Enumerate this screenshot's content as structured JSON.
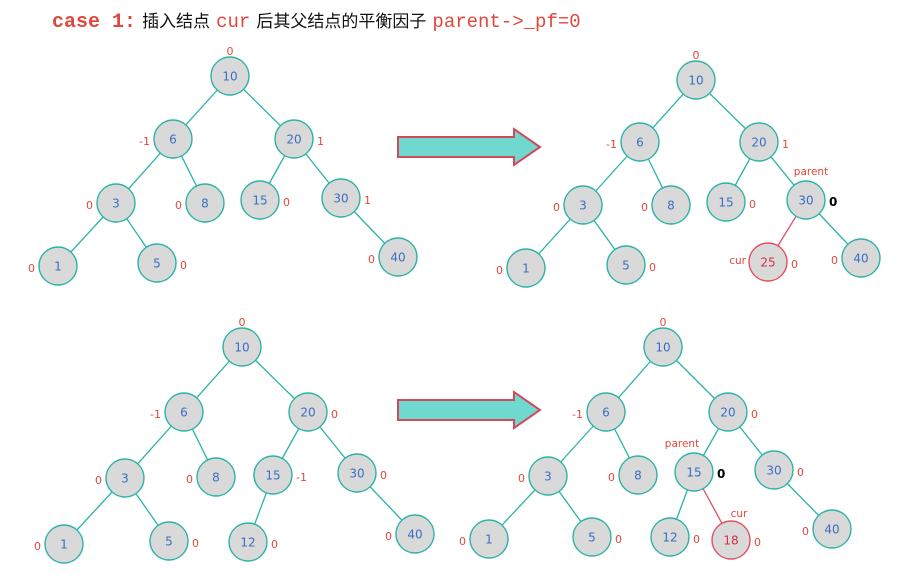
{
  "title": {
    "case_label": "case 1:",
    "text_before": "插入结点",
    "cur_word": "cur",
    "text_after": "后其父结点的平衡因子",
    "formula": "parent->_pf=0"
  },
  "colors": {
    "node_fill": "#d9d9d9",
    "node_stroke": "#2bb3a6",
    "node_text": "#3a6fc4",
    "edge": "#2bb3a6",
    "new_node_stroke": "#e05060",
    "new_node_text": "#d83040",
    "new_edge": "#e05060",
    "bf_text": "#e0483b",
    "bf_highlight": "#000000",
    "arrow_fill": "#6fd9d0",
    "arrow_stroke": "#d04a5a"
  },
  "trees": [
    {
      "id": "tree-top-left",
      "nodes": [
        {
          "id": "n10",
          "key": "10",
          "bf": "0"
        },
        {
          "id": "n6",
          "key": "6",
          "bf": "-1"
        },
        {
          "id": "n20",
          "key": "20",
          "bf": "1"
        },
        {
          "id": "n3",
          "key": "3",
          "bf": "0"
        },
        {
          "id": "n8",
          "key": "8",
          "bf": "0"
        },
        {
          "id": "n15",
          "key": "15",
          "bf": "0"
        },
        {
          "id": "n30",
          "key": "30",
          "bf": "1"
        },
        {
          "id": "n1",
          "key": "1",
          "bf": "0"
        },
        {
          "id": "n5",
          "key": "5",
          "bf": "0"
        },
        {
          "id": "n40",
          "key": "40",
          "bf": "0"
        }
      ],
      "edges": [
        [
          "n10",
          "n6"
        ],
        [
          "n10",
          "n20"
        ],
        [
          "n6",
          "n3"
        ],
        [
          "n6",
          "n8"
        ],
        [
          "n20",
          "n15"
        ],
        [
          "n20",
          "n30"
        ],
        [
          "n3",
          "n1"
        ],
        [
          "n3",
          "n5"
        ],
        [
          "n30",
          "n40"
        ]
      ]
    },
    {
      "id": "tree-top-right",
      "nodes": [
        {
          "id": "n10",
          "key": "10",
          "bf": "0"
        },
        {
          "id": "n6",
          "key": "6",
          "bf": "-1"
        },
        {
          "id": "n20",
          "key": "20",
          "bf": "1"
        },
        {
          "id": "n3",
          "key": "3",
          "bf": "0"
        },
        {
          "id": "n8",
          "key": "8",
          "bf": "0"
        },
        {
          "id": "n15",
          "key": "15",
          "bf": "0"
        },
        {
          "id": "n30",
          "key": "30",
          "bf": "0",
          "highlight": true,
          "tag": "parent"
        },
        {
          "id": "n1",
          "key": "1",
          "bf": "0"
        },
        {
          "id": "n5",
          "key": "5",
          "bf": "0"
        },
        {
          "id": "n25",
          "key": "25",
          "bf": "0",
          "new": true,
          "tag": "cur"
        },
        {
          "id": "n40",
          "key": "40",
          "bf": "0"
        }
      ],
      "edges": [
        [
          "n10",
          "n6"
        ],
        [
          "n10",
          "n20"
        ],
        [
          "n6",
          "n3"
        ],
        [
          "n6",
          "n8"
        ],
        [
          "n20",
          "n15"
        ],
        [
          "n20",
          "n30"
        ],
        [
          "n3",
          "n1"
        ],
        [
          "n3",
          "n5"
        ],
        [
          "n30",
          "n25"
        ],
        [
          "n30",
          "n40"
        ]
      ]
    },
    {
      "id": "tree-bottom-left",
      "nodes": [
        {
          "id": "n10",
          "key": "10",
          "bf": "0"
        },
        {
          "id": "n6",
          "key": "6",
          "bf": "-1"
        },
        {
          "id": "n20",
          "key": "20",
          "bf": "0"
        },
        {
          "id": "n3",
          "key": "3",
          "bf": "0"
        },
        {
          "id": "n8",
          "key": "8",
          "bf": "0"
        },
        {
          "id": "n15",
          "key": "15",
          "bf": "-1"
        },
        {
          "id": "n30",
          "key": "30",
          "bf": "0"
        },
        {
          "id": "n1",
          "key": "1",
          "bf": "0"
        },
        {
          "id": "n5",
          "key": "5",
          "bf": "0"
        },
        {
          "id": "n12",
          "key": "12",
          "bf": "0"
        },
        {
          "id": "n40",
          "key": "40",
          "bf": "0"
        }
      ],
      "edges": [
        [
          "n10",
          "n6"
        ],
        [
          "n10",
          "n20"
        ],
        [
          "n6",
          "n3"
        ],
        [
          "n6",
          "n8"
        ],
        [
          "n20",
          "n15"
        ],
        [
          "n20",
          "n30"
        ],
        [
          "n3",
          "n1"
        ],
        [
          "n3",
          "n5"
        ],
        [
          "n15",
          "n12"
        ],
        [
          "n30",
          "n40"
        ]
      ]
    },
    {
      "id": "tree-bottom-right",
      "nodes": [
        {
          "id": "n10",
          "key": "10",
          "bf": "0"
        },
        {
          "id": "n6",
          "key": "6",
          "bf": "-1"
        },
        {
          "id": "n20",
          "key": "20",
          "bf": "0"
        },
        {
          "id": "n3",
          "key": "3",
          "bf": "0"
        },
        {
          "id": "n8",
          "key": "8",
          "bf": "0"
        },
        {
          "id": "n15",
          "key": "15",
          "bf": "0",
          "highlight": true,
          "tag": "parent"
        },
        {
          "id": "n30",
          "key": "30",
          "bf": "0"
        },
        {
          "id": "n1",
          "key": "1",
          "bf": "0"
        },
        {
          "id": "n5",
          "key": "5",
          "bf": "0"
        },
        {
          "id": "n12",
          "key": "12",
          "bf": "0"
        },
        {
          "id": "n18",
          "key": "18",
          "bf": "0",
          "new": true,
          "tag": "cur"
        },
        {
          "id": "n40",
          "key": "40",
          "bf": "0"
        }
      ],
      "edges": [
        [
          "n10",
          "n6"
        ],
        [
          "n10",
          "n20"
        ],
        [
          "n6",
          "n3"
        ],
        [
          "n6",
          "n8"
        ],
        [
          "n20",
          "n15"
        ],
        [
          "n20",
          "n30"
        ],
        [
          "n3",
          "n1"
        ],
        [
          "n3",
          "n5"
        ],
        [
          "n15",
          "n12"
        ],
        [
          "n15",
          "n18"
        ],
        [
          "n30",
          "n40"
        ]
      ]
    }
  ]
}
